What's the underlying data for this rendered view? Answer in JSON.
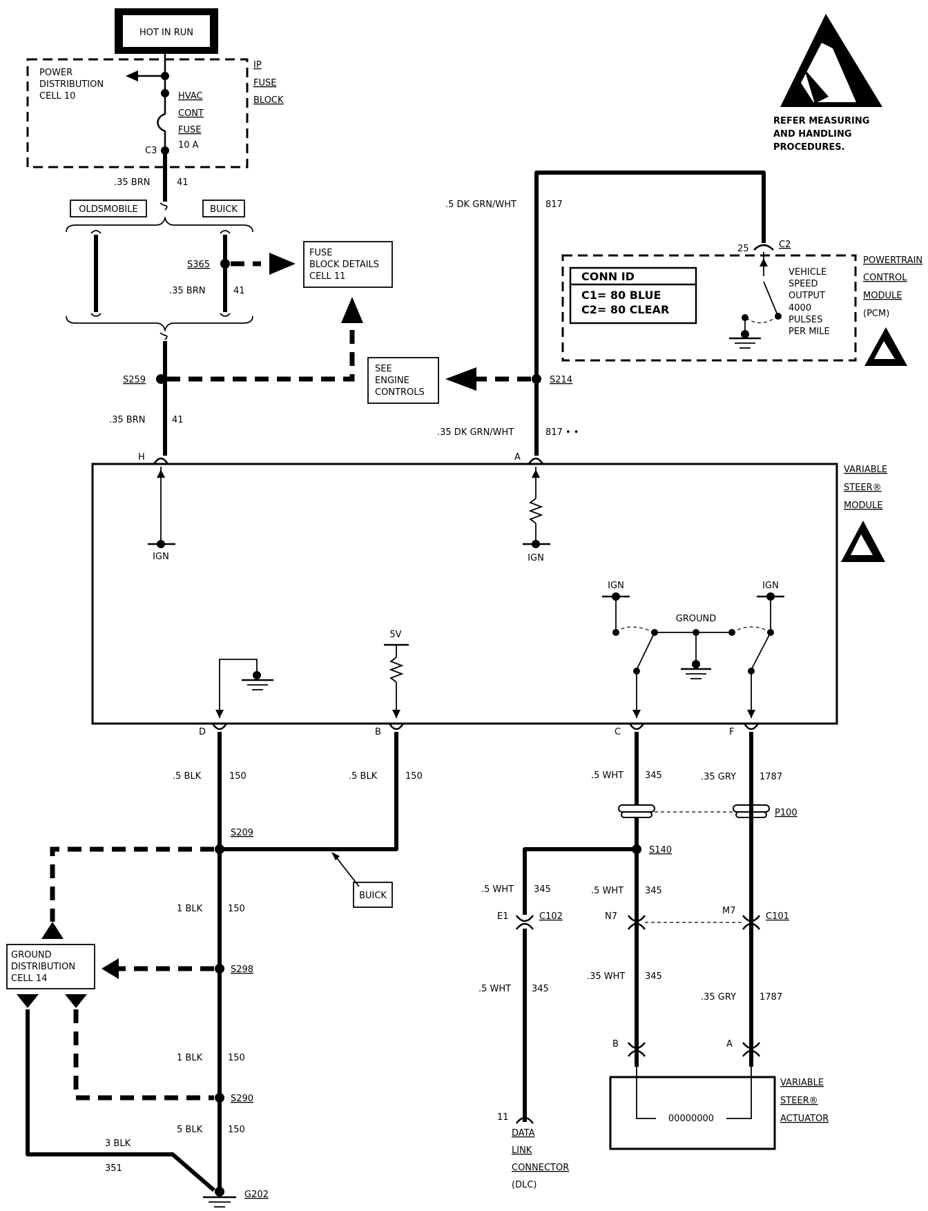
{
  "header": {
    "hot_in_run": "HOT IN RUN",
    "esd_note_1": "REFER MEASURING",
    "esd_note_2": "AND HANDLING",
    "esd_note_3": "PROCEDURES."
  },
  "ip_fuse_block": {
    "title_1": "IP",
    "title_2": "FUSE",
    "title_3": "BLOCK",
    "pd_1": "POWER",
    "pd_2": "DISTRIBUTION",
    "pd_3": "CELL 10",
    "fuse_1": "HVAC",
    "fuse_2": "CONT",
    "fuse_3": "FUSE",
    "fuse_4": "10 A",
    "conn": "C3"
  },
  "variants": {
    "oldsmobile": "OLDSMOBILE",
    "buick": "BUICK",
    "buick_note": "BUICK"
  },
  "wires": {
    "w41_top_size": ".35 BRN",
    "w41_top_circ": "41",
    "w41_mid_size": ".35 BRN",
    "w41_mid_circ": "41",
    "w41_low_size": ".35 BRN",
    "w41_low_circ": "41",
    "w817_top_size": ".5 DK GRN/WHT",
    "w817_top_circ": "817",
    "w817_low_size": ".35 DK GRN/WHT",
    "w817_low_circ": "817 • •",
    "d_size": ".5 BLK",
    "d_circ": "150",
    "b_size": ".5 BLK",
    "b_circ": "150",
    "c_size": ".5 WHT",
    "c_circ": "345",
    "f_size": ".35 GRY",
    "f_circ": "1787",
    "blk1a_size": "1 BLK",
    "blk1a_circ": "150",
    "blk1b_size": "1 BLK",
    "blk1b_circ": "150",
    "blk5_size": "5 BLK",
    "blk5_circ": "150",
    "blk3_size": "3 BLK",
    "blk3_circ": "351",
    "e1_size": ".5 WHT",
    "e1_circ": "345",
    "dlc_size": ".5 WHT",
    "dlc_circ": "345",
    "n7_size": ".5 WHT",
    "n7_circ": "345",
    "act_b_size": ".35 WHT",
    "act_b_circ": "345",
    "act_a_size": ".35 GRY",
    "act_a_circ": "1787"
  },
  "splices": {
    "s365": "S365",
    "s259": "S259",
    "s214": "S214",
    "s209": "S209",
    "s298": "S298",
    "s290": "S290",
    "s140": "S140",
    "p100": "P100",
    "g202": "G202"
  },
  "references": {
    "fuse_block_1": "FUSE",
    "fuse_block_2": "BLOCK DETAILS",
    "fuse_block_3": "CELL 11",
    "engine_1": "SEE",
    "engine_2": "ENGINE",
    "engine_3": "CONTROLS",
    "ground_1": "GROUND",
    "ground_2": "DISTRIBUTION",
    "ground_3": "CELL 14"
  },
  "pcm": {
    "title_1": "POWERTRAIN",
    "title_2": "CONTROL",
    "title_3": "MODULE",
    "title_4": "(PCM)",
    "conn_id": "CONN ID",
    "c1": "C1= 80 BLUE",
    "c2": "C2= 80 CLEAR",
    "pin": "25",
    "conn": "C2",
    "vso_1": "VEHICLE",
    "vso_2": "SPEED",
    "vso_3": "OUTPUT",
    "vso_4": "4000",
    "vso_5": "PULSES",
    "vso_6": "PER MILE"
  },
  "vs_module": {
    "title_1": "VARIABLE",
    "title_2": "STEER®",
    "title_3": "MODULE",
    "pin_h": "H",
    "pin_a": "A",
    "pin_d": "D",
    "pin_b": "B",
    "pin_c": "C",
    "pin_f": "F",
    "ign_1": "IGN",
    "ign_2": "IGN",
    "ign_3": "IGN",
    "ign_4": "IGN",
    "ground": "GROUND",
    "v5": "5V"
  },
  "connectors": {
    "e1": "E1",
    "c102": "C102",
    "n7": "N7",
    "m7": "M7",
    "c101": "C101",
    "pin_11": "11",
    "act_b": "B",
    "act_a": "A"
  },
  "dlc": {
    "l1": "DATA",
    "l2": "LINK",
    "l3": "CONNECTOR",
    "l4": "(DLC)"
  },
  "actuator": {
    "title_1": "VARIABLE",
    "title_2": "STEER®",
    "title_3": "ACTUATOR",
    "coil": "00000000"
  }
}
